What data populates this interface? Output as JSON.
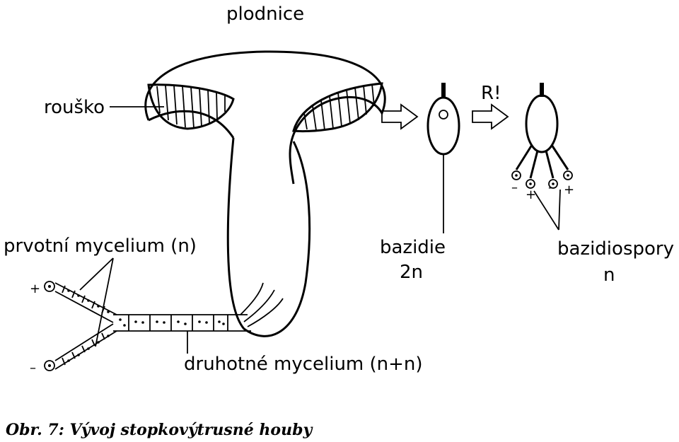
{
  "labels": {
    "plodnice": "plodnice",
    "rousko": "rouško",
    "prvotni": "prvotní mycelium (n)",
    "druhotne": "druhotné mycelium (n+n)",
    "bazidie": "bazidie",
    "bazidie_ploidy": "2n",
    "reduction": "R!",
    "bazidiospory": "bazidiospory",
    "bazidiospory_ploidy": "n",
    "plus": "+",
    "minus": "–"
  },
  "caption": "Obr. 7: Vývoj stopkovýtrusné houby"
}
